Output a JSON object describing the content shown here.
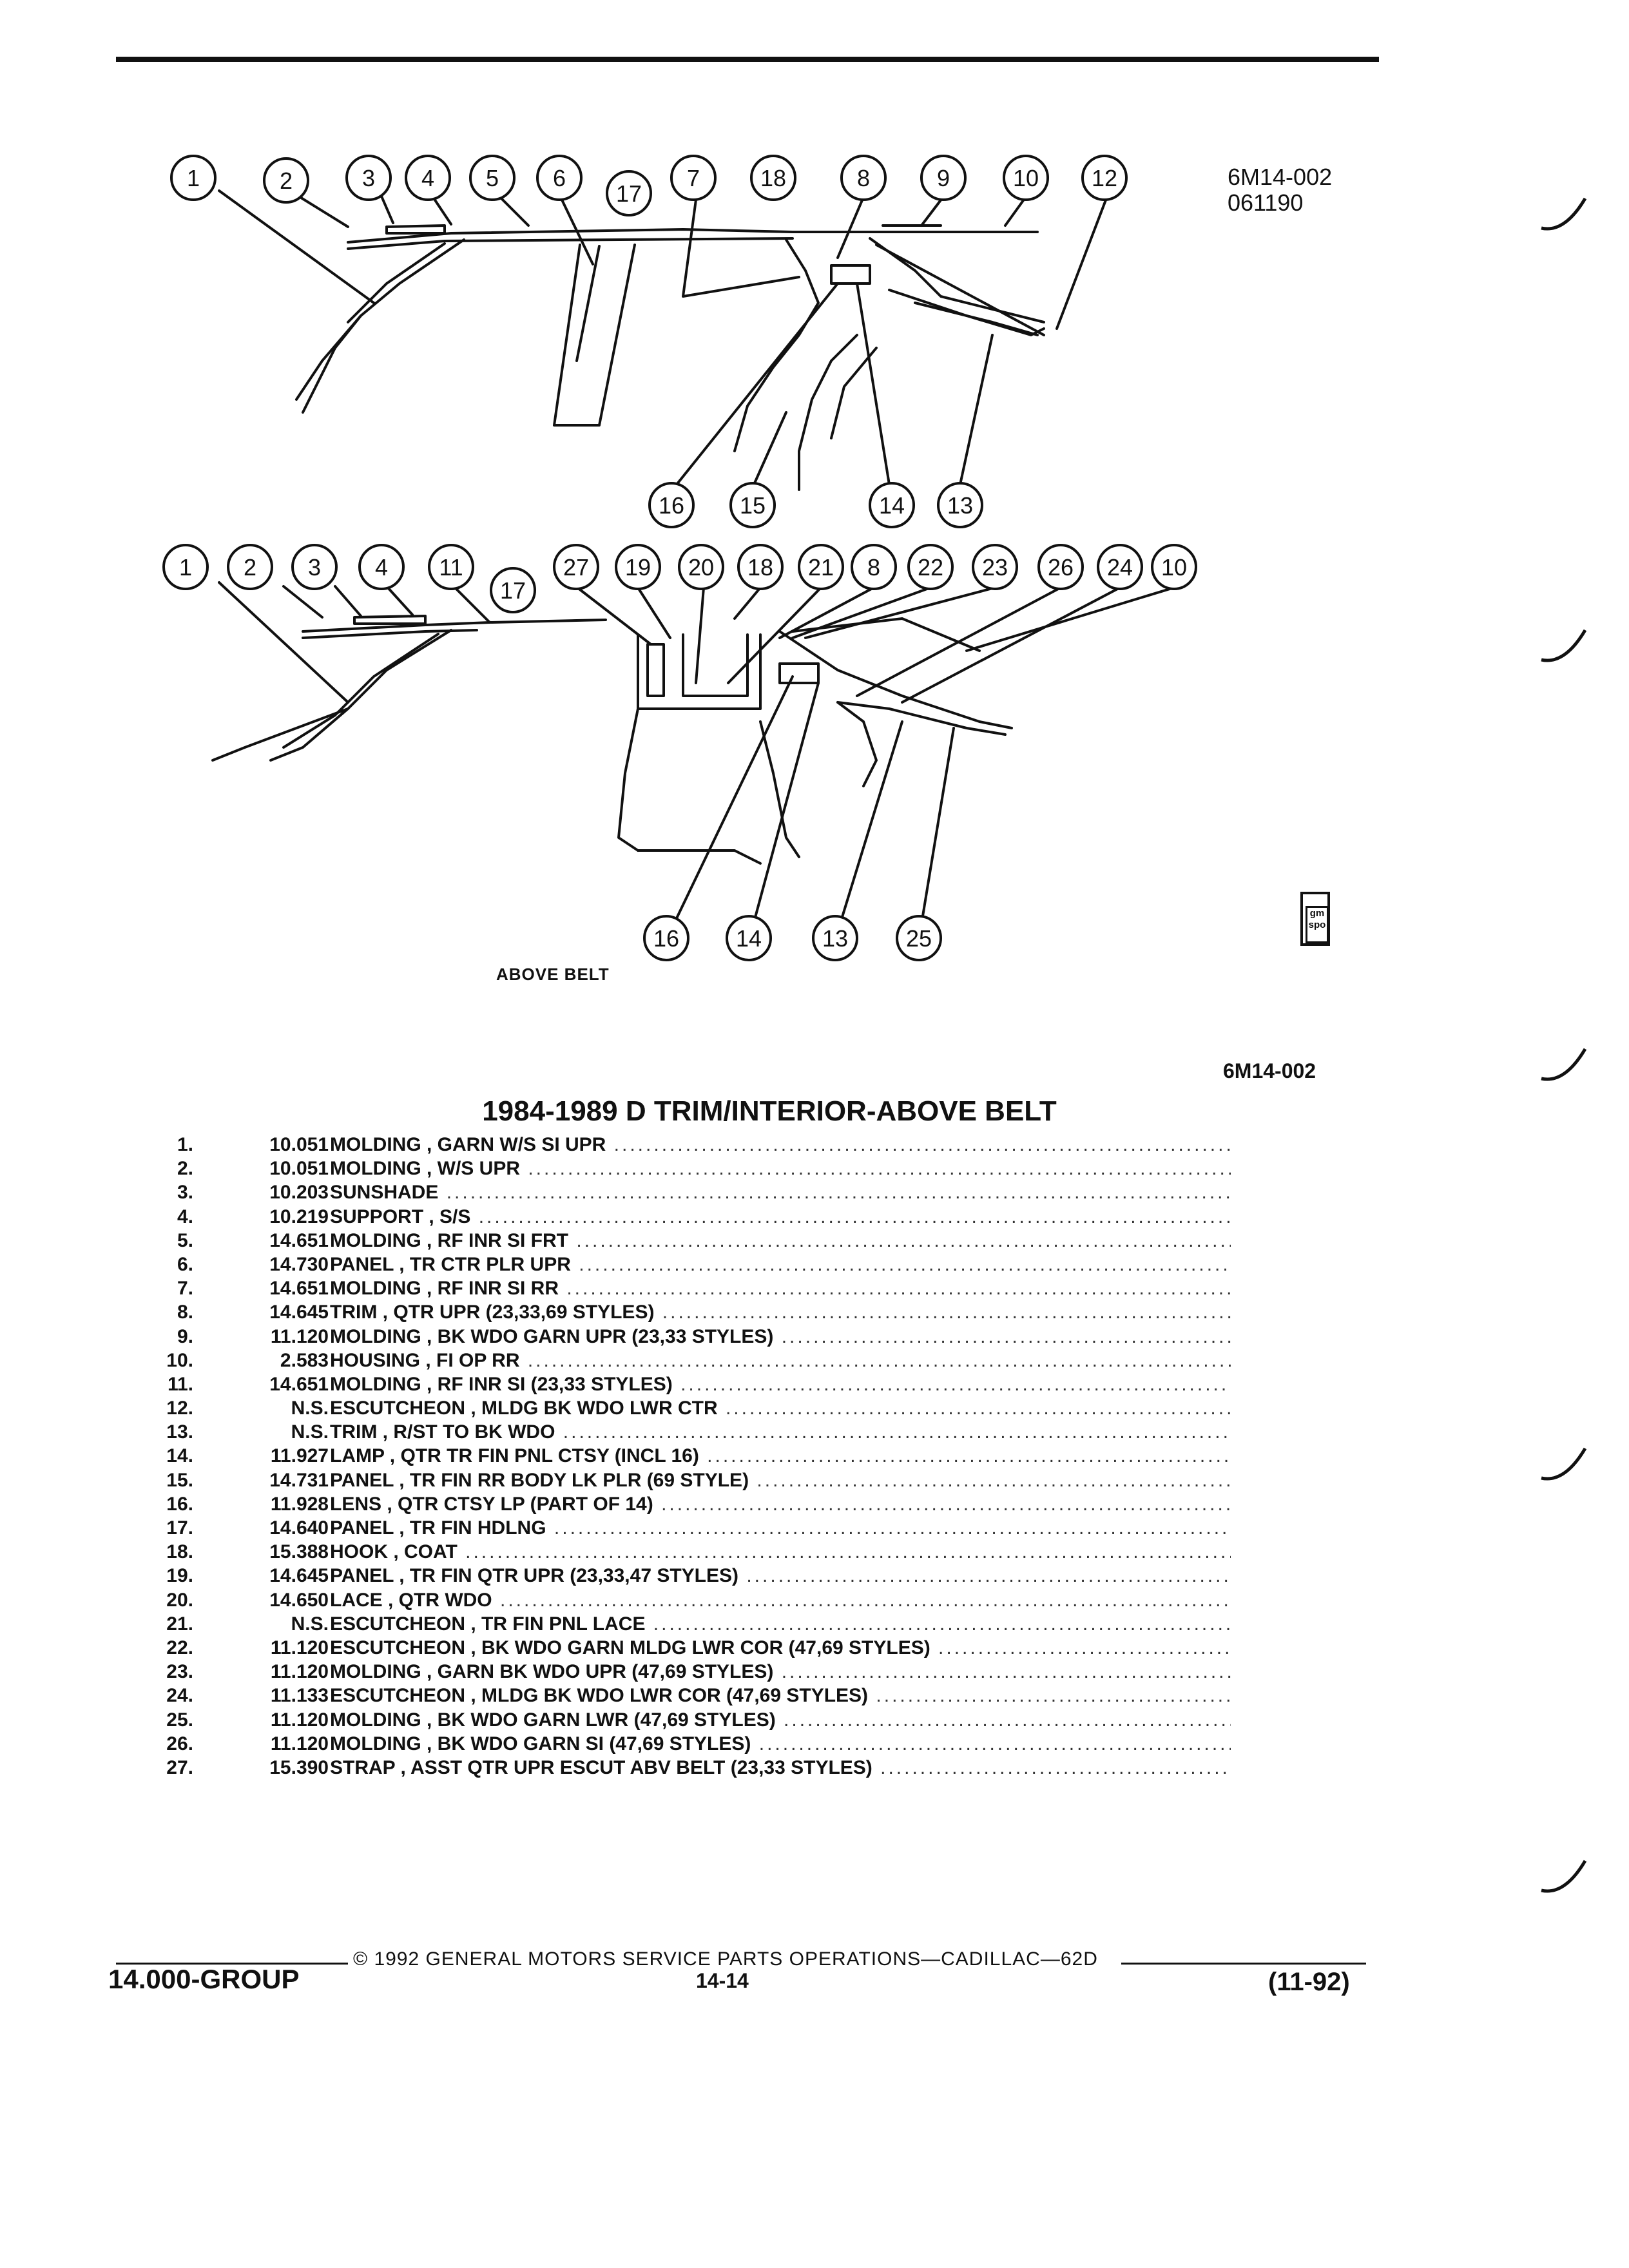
{
  "figure": {
    "id_lines": [
      "6M14-002",
      "061190"
    ],
    "view_label": "ABOVE BELT",
    "ref": "6M14-002",
    "callouts_top": [
      "1",
      "2",
      "3",
      "4",
      "5",
      "6",
      "17",
      "7",
      "18",
      "8",
      "9",
      "10",
      "12",
      "16",
      "15",
      "14",
      "13"
    ],
    "callouts_bottom": [
      "1",
      "2",
      "3",
      "4",
      "11",
      "17",
      "27",
      "19",
      "20",
      "18",
      "21",
      "8",
      "22",
      "23",
      "26",
      "24",
      "10",
      "16",
      "14",
      "13",
      "25"
    ]
  },
  "parts_list": {
    "title": "1984-1989 D TRIM/INTERIOR-ABOVE BELT",
    "items": [
      {
        "num": "1.",
        "code": "10.051",
        "desc": "MOLDING , GARN W/S SI UPR"
      },
      {
        "num": "2.",
        "code": "10.051",
        "desc": "MOLDING , W/S UPR"
      },
      {
        "num": "3.",
        "code": "10.203",
        "desc": "SUNSHADE"
      },
      {
        "num": "4.",
        "code": "10.219",
        "desc": "SUPPORT , S/S"
      },
      {
        "num": "5.",
        "code": "14.651",
        "desc": "MOLDING , RF INR SI FRT"
      },
      {
        "num": "6.",
        "code": "14.730",
        "desc": "PANEL , TR CTR PLR UPR"
      },
      {
        "num": "7.",
        "code": "14.651",
        "desc": "MOLDING , RF INR SI RR"
      },
      {
        "num": "8.",
        "code": "14.645",
        "desc": "TRIM , QTR UPR (23,33,69 STYLES)"
      },
      {
        "num": "9.",
        "code": "11.120",
        "desc": "MOLDING , BK WDO GARN UPR (23,33 STYLES)"
      },
      {
        "num": "10.",
        "code": "2.583",
        "desc": "HOUSING , FI OP RR"
      },
      {
        "num": "11.",
        "code": "14.651",
        "desc": "MOLDING , RF INR SI (23,33 STYLES)"
      },
      {
        "num": "12.",
        "code": "N.S.",
        "desc": "ESCUTCHEON , MLDG BK WDO LWR CTR"
      },
      {
        "num": "13.",
        "code": "N.S.",
        "desc": "TRIM , R/ST TO BK WDO"
      },
      {
        "num": "14.",
        "code": "11.927",
        "desc": "LAMP , QTR TR FIN PNL CTSY (INCL 16)"
      },
      {
        "num": "15.",
        "code": "14.731",
        "desc": "PANEL , TR FIN RR BODY LK PLR (69 STYLE)"
      },
      {
        "num": "16.",
        "code": "11.928",
        "desc": "LENS , QTR CTSY LP (PART OF 14)"
      },
      {
        "num": "17.",
        "code": "14.640",
        "desc": "PANEL , TR FIN HDLNG"
      },
      {
        "num": "18.",
        "code": "15.388",
        "desc": "HOOK , COAT"
      },
      {
        "num": "19.",
        "code": "14.645",
        "desc": "PANEL , TR FIN QTR UPR (23,33,47 STYLES)"
      },
      {
        "num": "20.",
        "code": "14.650",
        "desc": "LACE , QTR WDO"
      },
      {
        "num": "21.",
        "code": "N.S.",
        "desc": "ESCUTCHEON , TR FIN PNL LACE"
      },
      {
        "num": "22.",
        "code": "11.120",
        "desc": "ESCUTCHEON , BK WDO GARN MLDG LWR COR (47,69 STYLES)"
      },
      {
        "num": "23.",
        "code": "11.120",
        "desc": "MOLDING , GARN BK WDO UPR (47,69 STYLES)"
      },
      {
        "num": "24.",
        "code": "11.133",
        "desc": "ESCUTCHEON , MLDG BK WDO LWR COR (47,69 STYLES)"
      },
      {
        "num": "25.",
        "code": "11.120",
        "desc": "MOLDING , BK WDO GARN LWR (47,69 STYLES)"
      },
      {
        "num": "26.",
        "code": "11.120",
        "desc": "MOLDING , BK WDO GARN SI (47,69 STYLES)"
      },
      {
        "num": "27.",
        "code": "15.390",
        "desc": "STRAP , ASST QTR UPR ESCUT ABV BELT (23,33 STYLES)"
      }
    ]
  },
  "badge": {
    "text": "gm spo"
  },
  "footer": {
    "copyright": "© 1992 GENERAL MOTORS SERVICE PARTS OPERATIONS—CADILLAC—62D",
    "group": "14.000-GROUP",
    "page": "14-14",
    "revision": "(11-92)"
  },
  "colors": {
    "ink": "#111111",
    "paper": "#ffffff"
  }
}
